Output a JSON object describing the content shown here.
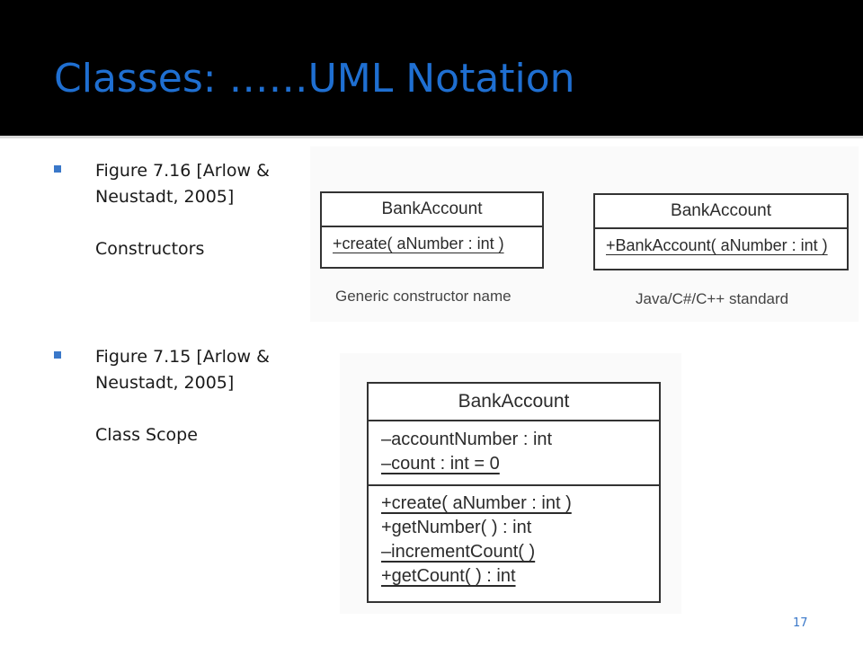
{
  "slide": {
    "title": "Classes: ……UML Notation",
    "page_number": "17",
    "accent_color": "#1f6fd1",
    "header_background": "#000000"
  },
  "bullets": [
    {
      "line1": "Figure 7.16 [Arlow &",
      "line2": "Neustadt, 2005]",
      "subtext": "Constructors"
    },
    {
      "line1": "Figure 7.15 [Arlow &",
      "line2": "Neustadt, 2005]",
      "subtext": "Class Scope"
    }
  ],
  "figure_7_16": {
    "left_class": {
      "name": "BankAccount",
      "operation": "+create( aNumber : int )",
      "caption": "Generic constructor name"
    },
    "right_class": {
      "name": "BankAccount",
      "operation": "+BankAccount( aNumber : int )",
      "caption": "Java/C#/C++ standard"
    }
  },
  "figure_7_15": {
    "name": "BankAccount",
    "attributes": [
      "–accountNumber : int",
      "–count : int = 0"
    ],
    "operations": [
      "+create( aNumber : int )",
      "+getNumber( ) : int",
      "–incrementCount( )",
      "+getCount( ) : int"
    ]
  }
}
